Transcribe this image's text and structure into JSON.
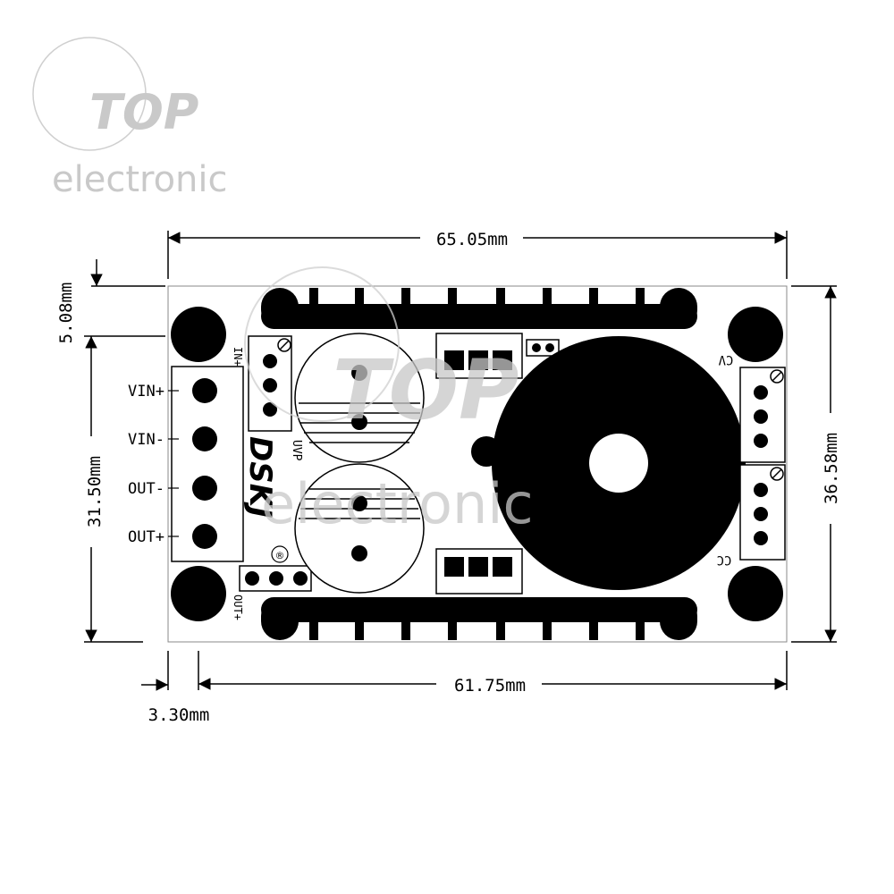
{
  "logo": {
    "word": "TOP",
    "tagline": "electronic",
    "color": "#c9c9c9"
  },
  "dimensions": {
    "top_width": "65.05mm",
    "bottom_width": "61.75mm",
    "left_offset": "3.30mm",
    "top_offset": "5.08mm",
    "left_height": "31.50mm",
    "right_height": "36.58mm"
  },
  "terminals": {
    "vin_plus": "VIN+",
    "vin_minus": "VIN-",
    "out_minus": "OUT-",
    "out_plus": "OUT+"
  },
  "board_labels": {
    "in_plus": "IN+",
    "uvp": "UVP",
    "out_plus": "OUT+",
    "cv": "CV",
    "cc": "CC",
    "brand": "DSKJ",
    "registered": "®"
  },
  "watermark": {
    "word": "TOP",
    "tagline": "electronic",
    "color": "#c8c8c8"
  }
}
